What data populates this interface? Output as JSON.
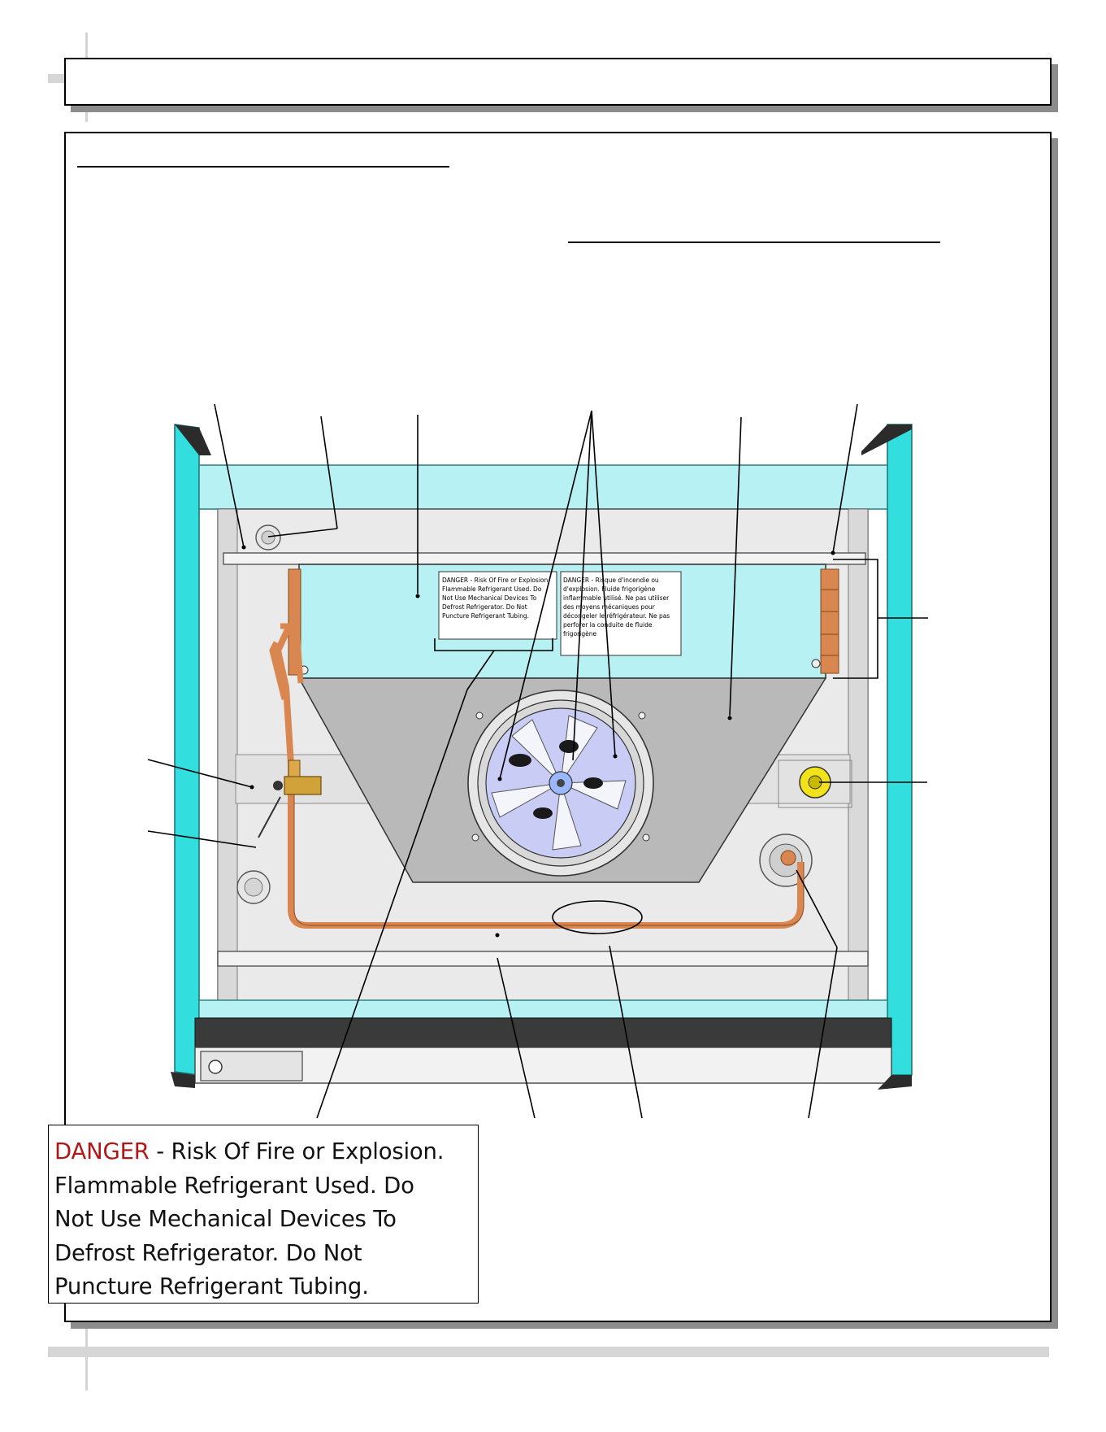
{
  "warning_label": {
    "danger_word": "DANGER",
    "lines": [
      " - Risk Of Fire or Explosion.",
      "Flammable Refrigerant Used. Do",
      "Not Use Mechanical Devices To",
      "Defrost Refrigerator. Do Not",
      "Puncture Refrigerant Tubing."
    ]
  },
  "small_label_en": {
    "lines": [
      "DANGER - Risk Of Fire or Explosion",
      "Flammable Refrigerant Used. Do",
      "Not Use Mechanical Devices To",
      "Defrost Refrigerator. Do Not",
      "Puncture Refrigerant Tubing."
    ]
  },
  "small_label_fr": {
    "lines": [
      "DANGER - Risque d'incendie ou",
      "d'explosion. Fluide frigorigène",
      "inflammable utilisé. Ne pas utiliser",
      "des moyens mécaniques pour",
      "décongeler le réfrigérateur. Ne pas",
      "perforer la conduite de fluide",
      "frigorigène"
    ]
  },
  "colors": {
    "frame_cyan": "#33dede",
    "panel_cyan": "#b7f1f3",
    "copper": "#d98650",
    "fan_blade": "#c9ccf5",
    "hood_gray": "#b9b9b9",
    "danger_red": "#b01717",
    "yellow_fitting": "#f2e21a"
  }
}
